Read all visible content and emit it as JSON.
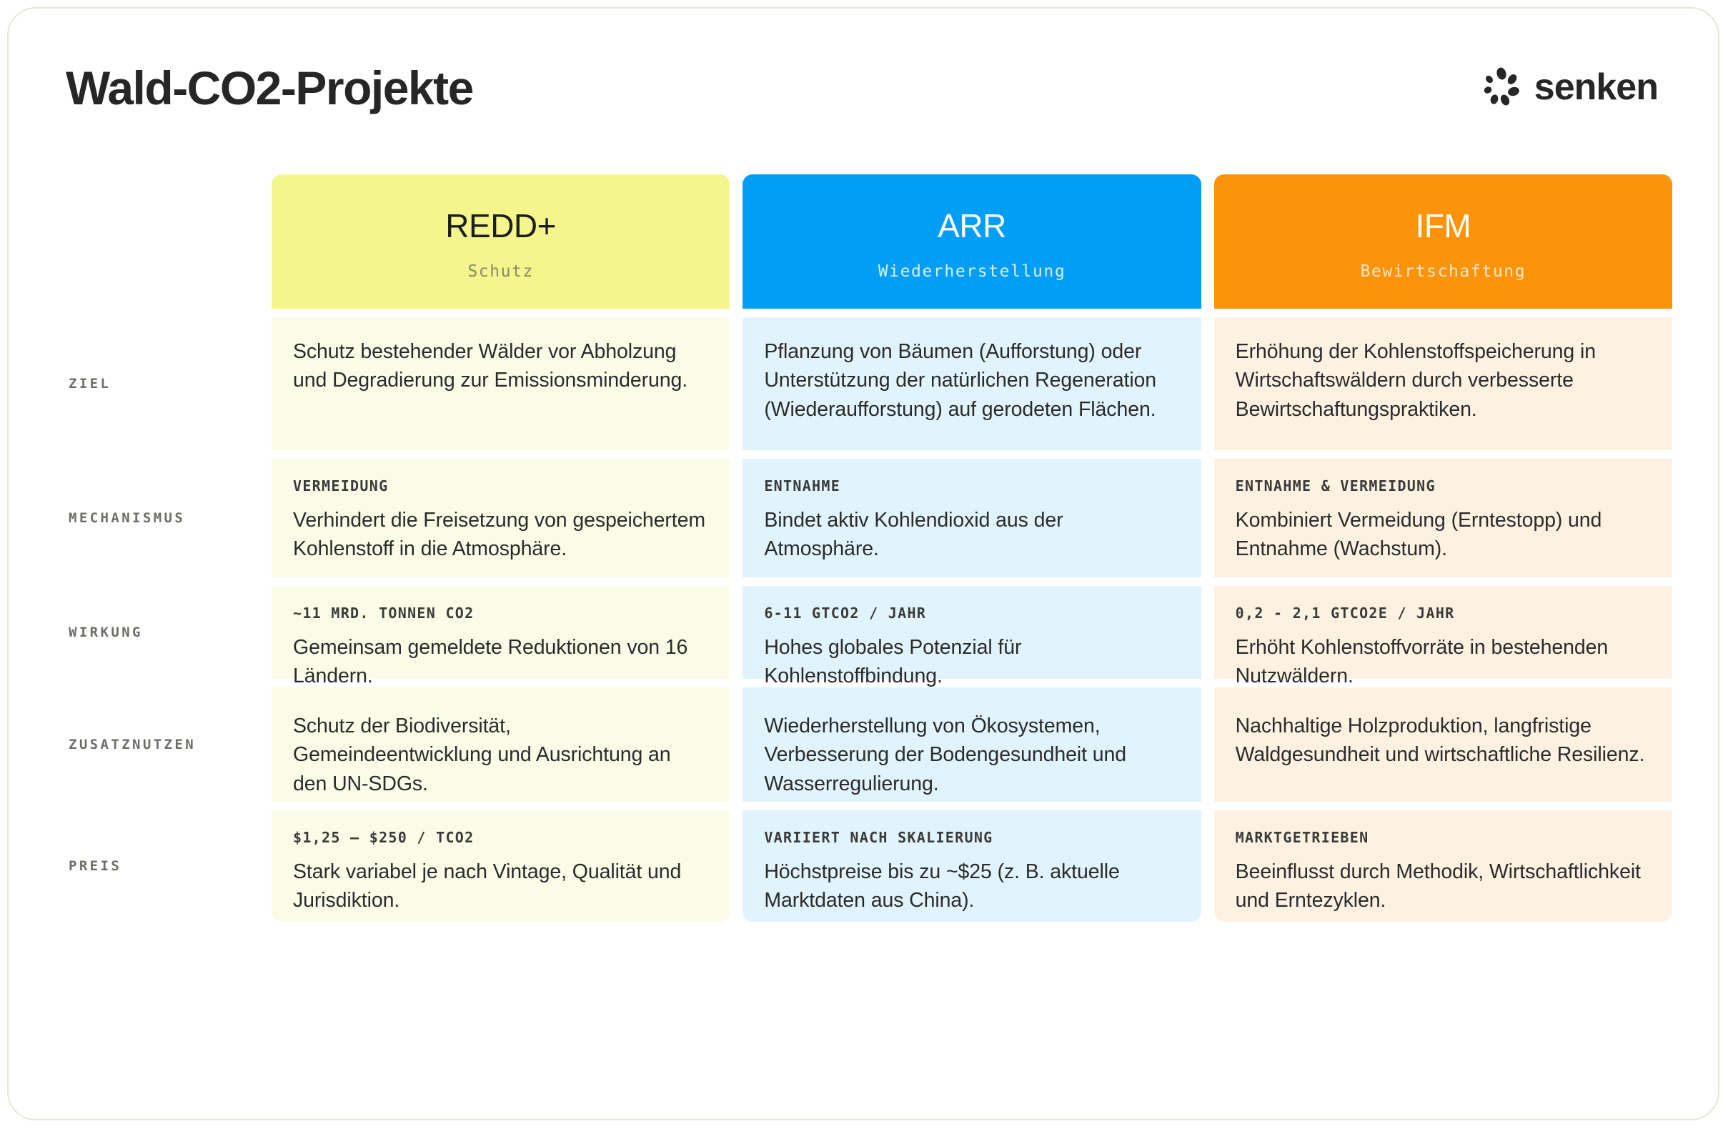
{
  "header": {
    "title": "Wald-CO2-Projekte",
    "brand_name": "senken",
    "logo_icon": "senken-flower-icon"
  },
  "colors": {
    "redd_header_bg": "#f4f68d",
    "redd_cell_bg": "#fbfce8",
    "arr_header_bg": "#009ff5",
    "arr_cell_bg": "#e1f4fd",
    "ifm_header_bg": "#fb940b",
    "ifm_cell_bg": "#fdf2e2",
    "card_border": "#e9e4d6",
    "title_text": "#262626",
    "row_label_text": "#6e6e68",
    "body_text": "#2b2b2b"
  },
  "columns": [
    {
      "key": "redd",
      "title": "REDD+",
      "subtitle": "Schutz"
    },
    {
      "key": "arr",
      "title": "ARR",
      "subtitle": "Wiederherstellung"
    },
    {
      "key": "ifm",
      "title": "IFM",
      "subtitle": "Bewirtschaftung"
    }
  ],
  "rows": [
    {
      "label": "ZIEL",
      "cells": [
        {
          "tag": "",
          "text": "Schutz bestehender Wälder vor Abholzung und Degradierung zur Emissionsminderung."
        },
        {
          "tag": "",
          "text": "Pflanzung von Bäumen (Aufforstung) oder Unterstützung der natürlichen Regeneration (Wiederaufforstung) auf gerodeten Flächen."
        },
        {
          "tag": "",
          "text": "Erhöhung der Kohlenstoffspeicherung in Wirtschaftswäldern durch verbesserte Bewirtschaftungspraktiken."
        }
      ]
    },
    {
      "label": "MECHANISMUS",
      "cells": [
        {
          "tag": "VERMEIDUNG",
          "text": "Verhindert die Freisetzung von gespeichertem Kohlenstoff in die Atmosphäre."
        },
        {
          "tag": "ENTNAHME",
          "text": "Bindet aktiv Kohlendioxid aus der Atmosphäre."
        },
        {
          "tag": "ENTNAHME & VERMEIDUNG",
          "text": "Kombiniert Vermeidung (Erntestopp) und Entnahme (Wachstum)."
        }
      ]
    },
    {
      "label": "WIRKUNG",
      "cells": [
        {
          "tag": "~11 MRD. TONNEN CO2",
          "text": "Gemeinsam gemeldete Reduktionen von 16 Ländern."
        },
        {
          "tag": "6-11 GTCO2 / JAHR",
          "text": "Hohes globales Potenzial für Kohlenstoffbindung."
        },
        {
          "tag": "0,2 - 2,1 GTCO2E / JAHR",
          "text": "Erhöht Kohlenstoffvorräte in bestehenden Nutzwäldern."
        }
      ]
    },
    {
      "label": "ZUSATZNUTZEN",
      "cells": [
        {
          "tag": "",
          "text": "Schutz der Biodiversität, Gemeindeentwicklung und Ausrichtung an den UN-SDGs."
        },
        {
          "tag": "",
          "text": "Wiederherstellung von Ökosystemen, Verbesserung der Bodengesundheit und Wasserregulierung."
        },
        {
          "tag": "",
          "text": "Nachhaltige Holzproduktion, langfristige Waldgesundheit und wirtschaftliche Resilienz."
        }
      ]
    },
    {
      "label": "PREIS",
      "cells": [
        {
          "tag": "$1,25 – $250 / TCO2",
          "text": "Stark variabel je nach Vintage, Qualität und Jurisdiktion."
        },
        {
          "tag": "VARIIERT NACH SKALIERUNG",
          "text": "Höchstpreise bis zu ~$25 (z. B. aktuelle Marktdaten aus China)."
        },
        {
          "tag": "MARKTGETRIEBEN",
          "text": "Beeinflusst durch Methodik, Wirtschaftlichkeit und Erntezyklen."
        }
      ]
    }
  ]
}
